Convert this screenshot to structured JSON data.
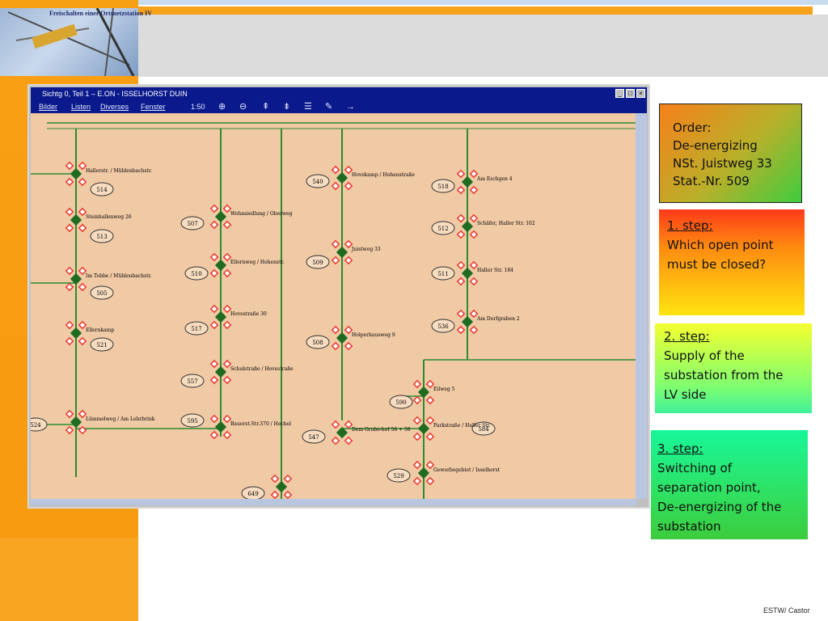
{
  "slide": {
    "title": "Freischalten einer Ortsnetzstation IV",
    "footer": "ESTW/ Castor"
  },
  "window": {
    "title": "Sichtg 0, Teil 1  –  E.ON - ISSELHORST  DUIN",
    "menu": [
      "Bilder",
      "Listen",
      "Diverses",
      "Fenster"
    ],
    "zoom": "1:50"
  },
  "schematic": {
    "stations": [
      {
        "id": "514",
        "label": "Hallerstr. / Mühlenbachstr."
      },
      {
        "id": "513",
        "label": "Steinhallenweg 26"
      },
      {
        "id": "505",
        "label": "Im Tobbe / Mühlenbachstr."
      },
      {
        "id": "521",
        "label": "Ellernkamp"
      },
      {
        "id": "524",
        "label": "Lümmelweg / Am Lehrbrink"
      },
      {
        "id": "507",
        "label": "Wohnsiedlung / Oberweg"
      },
      {
        "id": "510",
        "label": "Ellernweg / Hohenstr."
      },
      {
        "id": "517",
        "label": "Hovestraße 30"
      },
      {
        "id": "557",
        "label": "Schulstraße / Hovestraße"
      },
      {
        "id": "595",
        "label": "Bauerst.Str.370 / Hechel"
      },
      {
        "id": "540",
        "label": "Hovekamp / Hohenstraße"
      },
      {
        "id": "509",
        "label": "Juistweg 33"
      },
      {
        "id": "508",
        "label": "Holperhausweg 9"
      },
      {
        "id": "547",
        "label": "Dem Grube-hof 56 + 58"
      },
      {
        "id": "590",
        "label": "Eilweg 5"
      },
      {
        "id": "518",
        "label": "Am Eschgen 4"
      },
      {
        "id": "512",
        "label": "Schäfer, Haller Str. 102"
      },
      {
        "id": "511",
        "label": "Haller Str. 184"
      },
      {
        "id": "536",
        "label": "Am Dorfgraben 2"
      },
      {
        "id": "584",
        "label": "Parkstraße / Haller Str."
      },
      {
        "id": "529",
        "label": "Gewerbegebiet / Isselhorst"
      },
      {
        "id": "649",
        "label": ""
      }
    ]
  },
  "boxes": {
    "order": [
      "Order:",
      "De-energizing",
      "NSt. Juistweg 33",
      "Stat.-Nr. 509"
    ],
    "step1": {
      "heading": "1. step:",
      "lines": [
        "Which open point",
        "must be closed?"
      ]
    },
    "step2": {
      "heading": "2. step:",
      "lines": [
        "Supply of the",
        "substation from the",
        "LV side"
      ]
    },
    "step3": {
      "heading": "3. step:",
      "lines": [
        "Switching of",
        "separation point,",
        "De-energizing of the",
        "substation"
      ]
    }
  },
  "colors": {
    "accent_orange": "#f7a21a",
    "map_background": "#f0c9a5",
    "line_green": "#2e8b2e",
    "switch_red": "#e8392c"
  }
}
